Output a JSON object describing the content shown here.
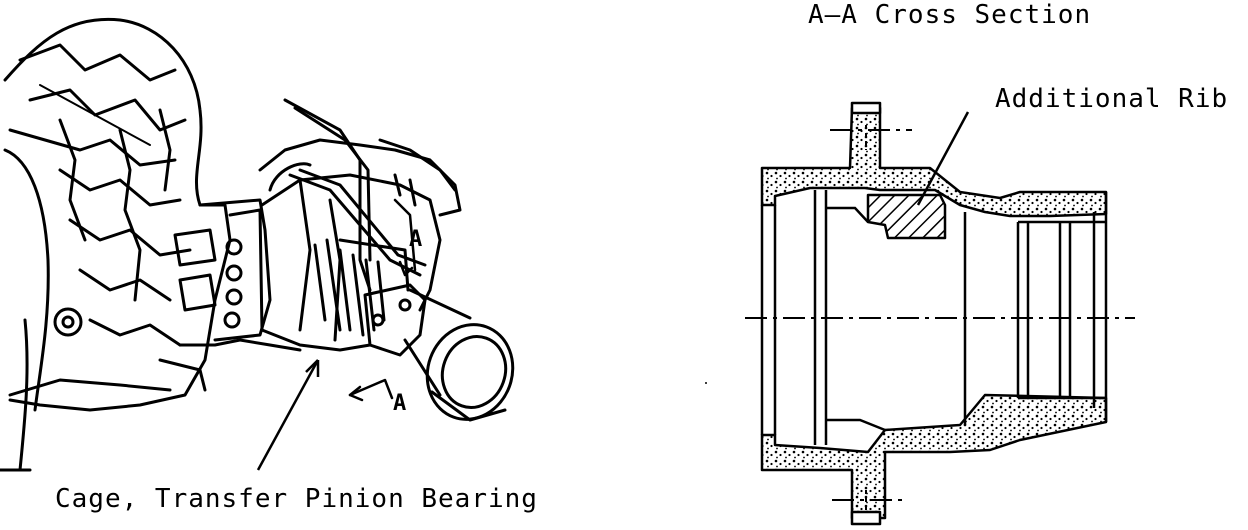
{
  "labels": {
    "section_title": "A–A Cross Section",
    "rib": "Additional Rib",
    "cage": "Cage, Transfer Pinion Bearing",
    "mark_top": "A",
    "mark_bottom": "A"
  },
  "colors": {
    "ink": "#000000",
    "paper": "#ffffff"
  }
}
